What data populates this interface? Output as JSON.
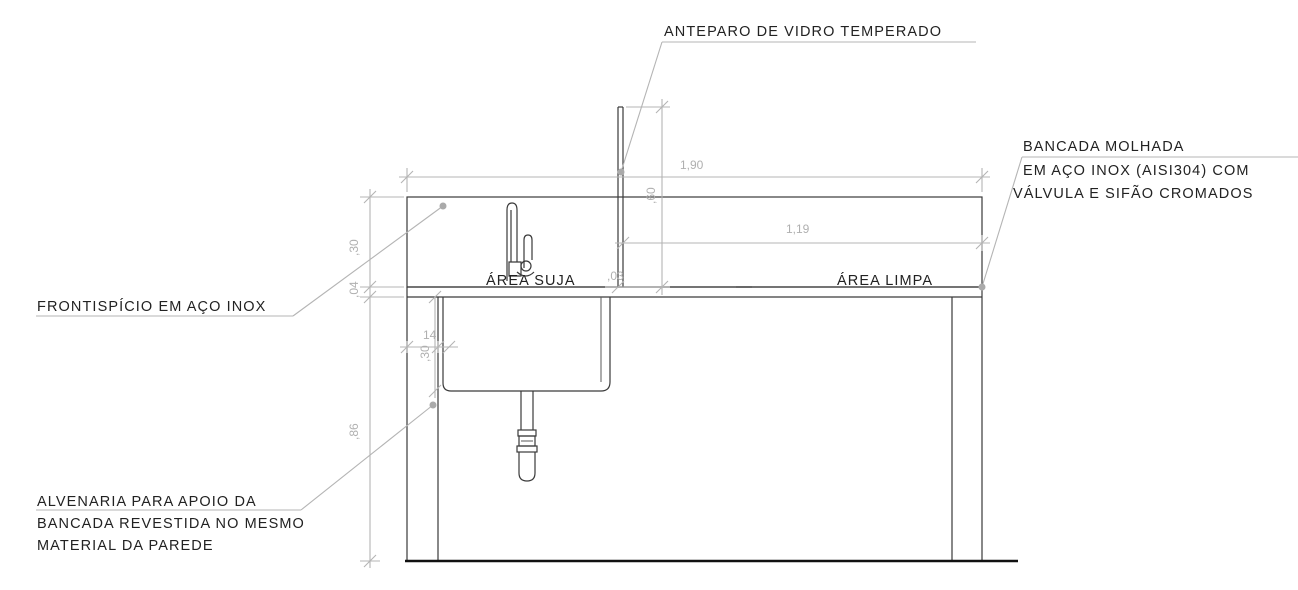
{
  "labels": {
    "anteparo": "ANTEPARO DE VIDRO TEMPERADO",
    "bancada_1": "BANCADA MOLHADA",
    "bancada_2": "EM AÇO INOX (AISI304)  COM",
    "bancada_3": "VÁLVULA E SIFÃO CROMADOS",
    "frontispicio": "FRONTISPÍCIO EM AÇO INOX",
    "alvenaria_1": "ALVENARIA PARA APOIO DA",
    "alvenaria_2": "BANCADA REVESTIDA NO MESMO",
    "alvenaria_3": "MATERIAL DA PAREDE",
    "area_suja": "ÁREA SUJA",
    "area_limpa": "ÁREA LIMPA"
  },
  "dimensions": {
    "total_width": "1,90",
    "glass_height": ",60",
    "clean_width": "1,19",
    "backsplash_height": ",30",
    "top_thickness": ",04",
    "gap": ",03",
    "offset_14": "14",
    "offset_30": ",30",
    "counter_height": ",86"
  },
  "colors": {
    "line": "#3a3a3a",
    "leader": "#b4b4b4",
    "dimension_text": "#b0b0b0"
  }
}
